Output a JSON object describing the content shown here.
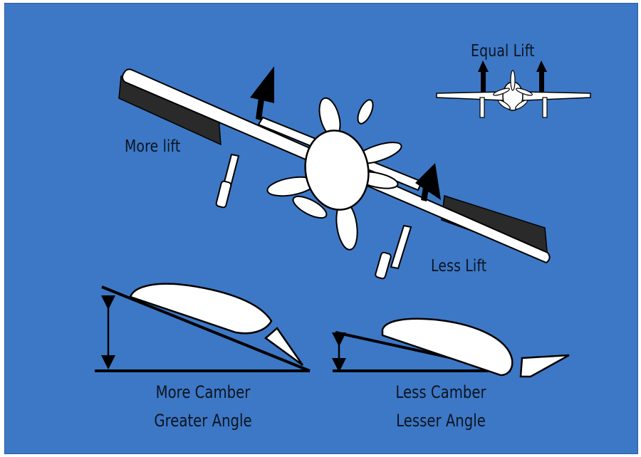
{
  "labels": {
    "equal_lift": "Equal Lift",
    "more_lift": "More lift",
    "less_lift": "Less Lift"
  },
  "captions": {
    "left": {
      "line1": "More Camber",
      "line2": "Greater Angle"
    },
    "right": {
      "line1": "Less Camber",
      "line2": "Lesser Angle"
    }
  },
  "colors": {
    "background": "#3d78c6",
    "airframe": "#ffffff",
    "outline": "#000000",
    "flap": "#2a2a2a",
    "text": "#0b1420"
  }
}
